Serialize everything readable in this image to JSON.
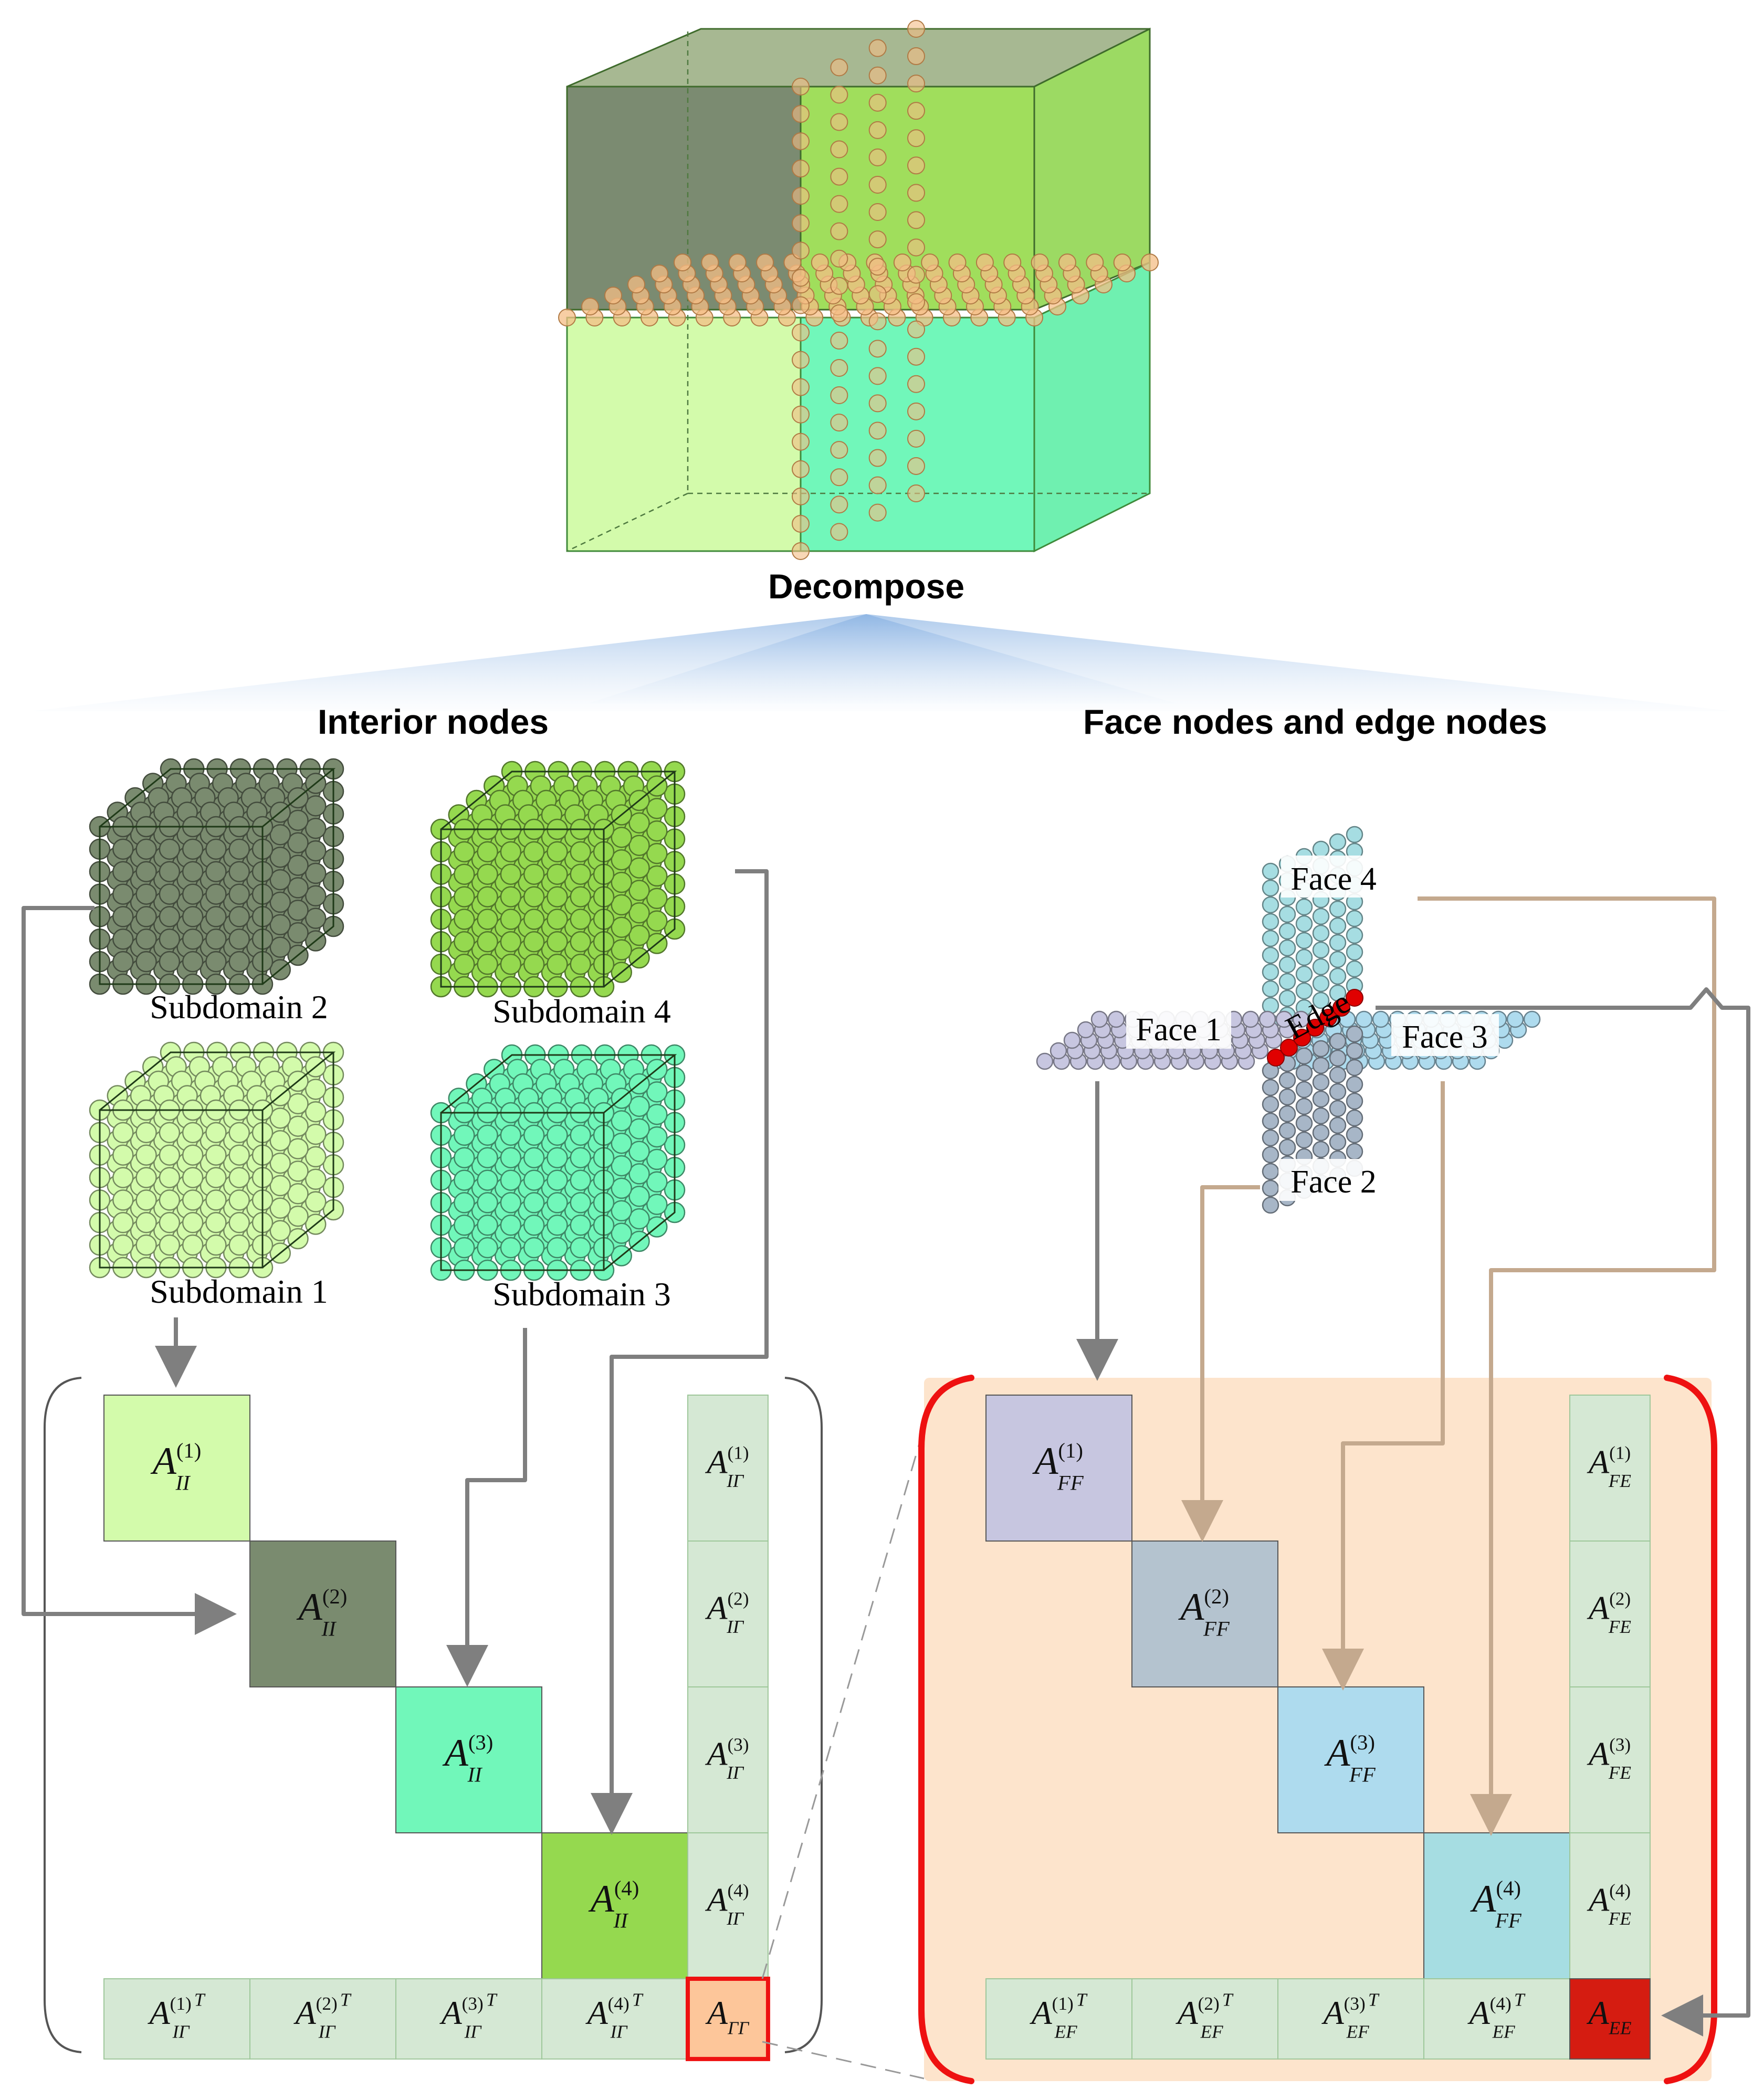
{
  "headings": {
    "decompose": "Decompose",
    "interior": "Interior nodes",
    "face_edge": "Face nodes and edge nodes"
  },
  "subdomains": [
    {
      "id": "1",
      "label": "Subdomain 1",
      "color": "#d3fbab"
    },
    {
      "id": "2",
      "label": "Subdomain 2",
      "color": "#7a8b6f"
    },
    {
      "id": "3",
      "label": "Subdomain 3",
      "color": "#71f7ba"
    },
    {
      "id": "4",
      "label": "Subdomain 4",
      "color": "#95d94f"
    }
  ],
  "faces": [
    {
      "id": "1",
      "label": "Face 1",
      "color": "#c7c6e0"
    },
    {
      "id": "2",
      "label": "Face 2",
      "color": "#a7b6c7"
    },
    {
      "id": "3",
      "label": "Face 3",
      "color": "#aedbee"
    },
    {
      "id": "4",
      "label": "Face 4",
      "color": "#a6dde2"
    }
  ],
  "edge": {
    "label": "Edge",
    "color": "#e00000"
  },
  "matrix_left": {
    "diagonal": [
      {
        "base": "A",
        "sup": "(1)",
        "sub": "II",
        "color": "#d3fbab"
      },
      {
        "base": "A",
        "sup": "(2)",
        "sub": "II",
        "color": "#7a8b6f"
      },
      {
        "base": "A",
        "sup": "(3)",
        "sub": "II",
        "color": "#71f7ba"
      },
      {
        "base": "A",
        "sup": "(4)",
        "sub": "II",
        "color": "#95d94f"
      }
    ],
    "column": [
      {
        "base": "A",
        "sup": "(1)",
        "sub": "IΓ"
      },
      {
        "base": "A",
        "sup": "(2)",
        "sub": "IΓ"
      },
      {
        "base": "A",
        "sup": "(3)",
        "sub": "IΓ"
      },
      {
        "base": "A",
        "sup": "(4)",
        "sub": "IΓ"
      }
    ],
    "row": [
      {
        "base": "A",
        "sup": "(1)",
        "sub": "IΓ",
        "t": "T"
      },
      {
        "base": "A",
        "sup": "(2)",
        "sub": "IΓ",
        "t": "T"
      },
      {
        "base": "A",
        "sup": "(3)",
        "sub": "IΓ",
        "t": "T"
      },
      {
        "base": "A",
        "sup": "(4)",
        "sub": "IΓ",
        "t": "T"
      }
    ],
    "corner": {
      "base": "A",
      "sub": "ΓΓ",
      "color": "#fdc69a"
    }
  },
  "matrix_right": {
    "diagonal": [
      {
        "base": "A",
        "sup": "(1)",
        "sub": "FF",
        "color": "#c7c6e0"
      },
      {
        "base": "A",
        "sup": "(2)",
        "sub": "FF",
        "color": "#b4c3cf"
      },
      {
        "base": "A",
        "sup": "(3)",
        "sub": "FF",
        "color": "#aedbee"
      },
      {
        "base": "A",
        "sup": "(4)",
        "sub": "FF",
        "color": "#a6dde2"
      }
    ],
    "column": [
      {
        "base": "A",
        "sup": "(1)",
        "sub": "FE"
      },
      {
        "base": "A",
        "sup": "(2)",
        "sub": "FE"
      },
      {
        "base": "A",
        "sup": "(3)",
        "sub": "FE"
      },
      {
        "base": "A",
        "sup": "(4)",
        "sub": "FE"
      }
    ],
    "row": [
      {
        "base": "A",
        "sup": "(1)",
        "sub": "EF",
        "t": "T"
      },
      {
        "base": "A",
        "sup": "(2)",
        "sub": "EF",
        "t": "T"
      },
      {
        "base": "A",
        "sup": "(3)",
        "sub": "EF",
        "t": "T"
      },
      {
        "base": "A",
        "sup": "(4)",
        "sub": "EF",
        "t": "T"
      }
    ],
    "corner": {
      "base": "A",
      "sub": "EE",
      "color": "#d51c11"
    }
  },
  "colors": {
    "offdiag": "#d5e8d4",
    "offdiag_border": "#9ec79a",
    "highlight": "#fde4cc",
    "accent_red": "#ee1111",
    "arrow_gray": "#7f7f7f",
    "arrow_tan": "#c4a98e",
    "node_orange": "#f4bd85"
  }
}
